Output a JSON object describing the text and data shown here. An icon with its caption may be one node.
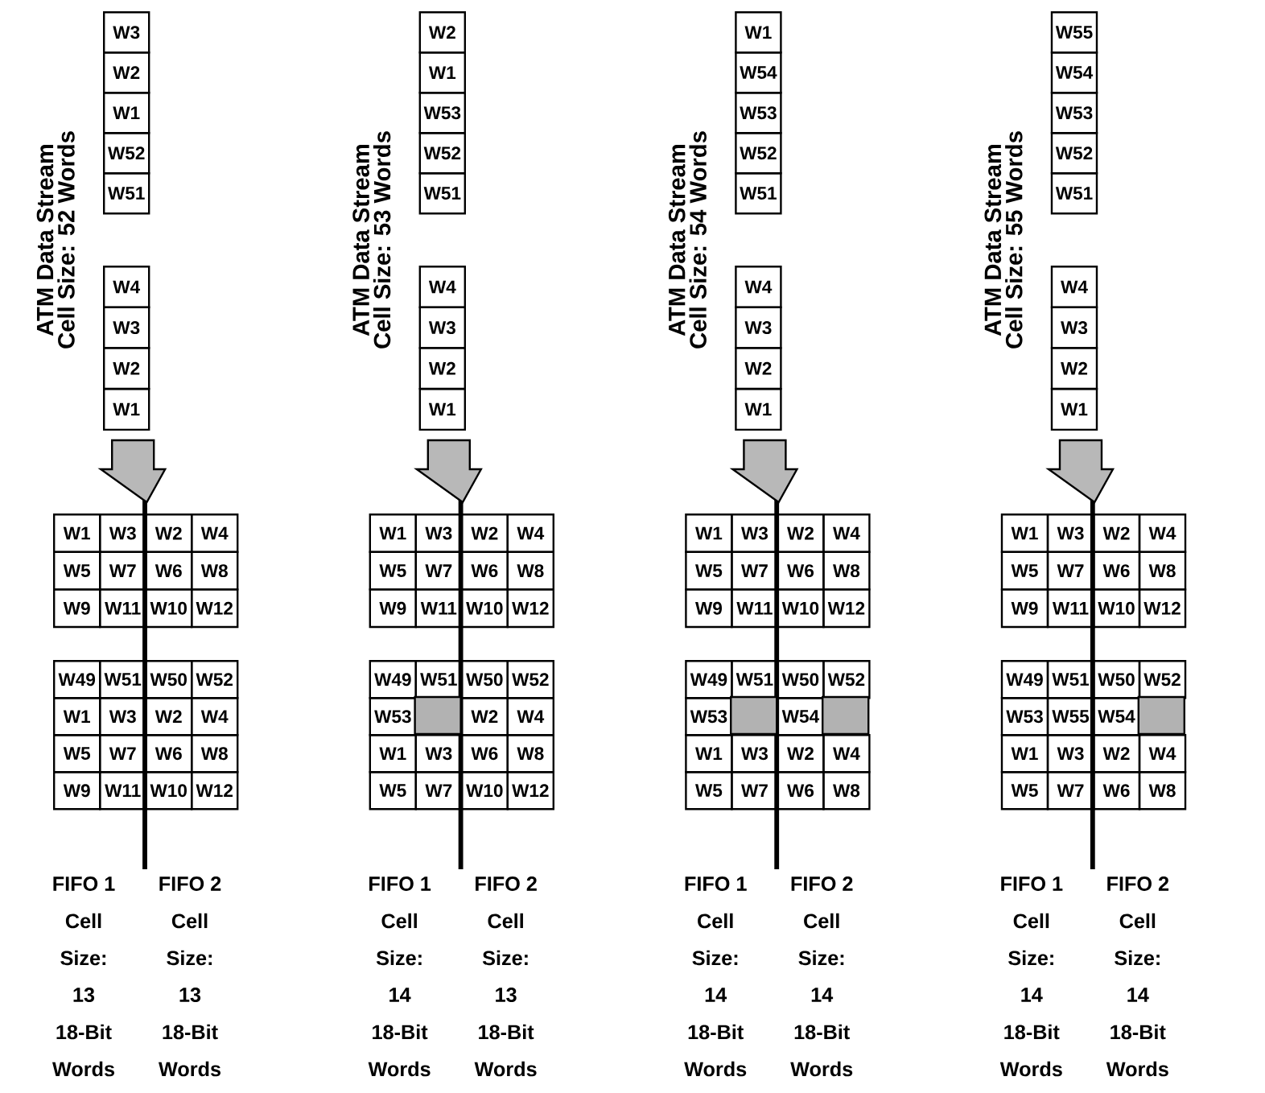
{
  "diagram": {
    "nodes": [
      {
        "text": [
          "W3"
        ]
      },
      {
        "text": [
          "W2"
        ]
      },
      {
        "text": [
          "W1"
        ]
      },
      {
        "text": [
          "W52"
        ]
      },
      {
        "text": [
          "W51"
        ]
      },
      {
        "text": [
          "W4"
        ]
      },
      {
        "text": [
          "W3"
        ]
      },
      {
        "text": [
          "W2"
        ]
      },
      {
        "text": [
          "W1"
        ]
      },
      {
        "text": [
          "W1"
        ]
      },
      {
        "text": [
          "W3"
        ]
      },
      {
        "text": [
          "W2"
        ]
      },
      {
        "text": [
          "W4"
        ]
      },
      {
        "text": [
          "W5"
        ]
      },
      {
        "text": [
          "W7"
        ]
      },
      {
        "text": [
          "W6"
        ]
      },
      {
        "text": [
          "W8"
        ]
      },
      {
        "text": [
          "W9"
        ]
      },
      {
        "text": [
          "W11"
        ]
      },
      {
        "text": [
          "W10"
        ]
      },
      {
        "text": [
          "W12"
        ]
      },
      {
        "text": [
          "W49"
        ]
      },
      {
        "text": [
          "W51"
        ]
      },
      {
        "text": [
          "W50"
        ]
      },
      {
        "text": [
          "W52"
        ]
      },
      {
        "text": [
          "W1"
        ]
      },
      {
        "text": [
          "W3"
        ]
      },
      {
        "text": [
          "W2"
        ]
      },
      {
        "text": [
          "W4"
        ]
      },
      {
        "text": [
          "W5"
        ]
      },
      {
        "text": [
          "W7"
        ]
      },
      {
        "text": [
          "W6"
        ]
      },
      {
        "text": [
          "W8"
        ]
      },
      {
        "text": [
          "W9"
        ]
      },
      {
        "text": [
          "W11"
        ]
      },
      {
        "text": [
          "W10"
        ]
      },
      {
        "text": [
          "W12"
        ]
      },
      {
        "text": [
          "W2"
        ]
      },
      {
        "text": [
          "W1"
        ]
      },
      {
        "text": [
          "W53"
        ]
      },
      {
        "text": [
          "W52"
        ]
      },
      {
        "text": [
          "W51"
        ]
      },
      {
        "text": [
          "W4"
        ]
      },
      {
        "text": [
          "W3"
        ]
      },
      {
        "text": [
          "W2"
        ]
      },
      {
        "text": [
          "W1"
        ]
      },
      {
        "text": [
          "W1"
        ]
      },
      {
        "text": [
          "W3"
        ]
      },
      {
        "text": [
          "W2"
        ]
      },
      {
        "text": [
          "W4"
        ]
      },
      {
        "text": [
          "W5"
        ]
      },
      {
        "text": [
          "W7"
        ]
      },
      {
        "text": [
          "W6"
        ]
      },
      {
        "text": [
          "W8"
        ]
      },
      {
        "text": [
          "W9"
        ]
      },
      {
        "text": [
          "W11"
        ]
      },
      {
        "text": [
          "W10"
        ]
      },
      {
        "text": [
          "W12"
        ]
      },
      {
        "text": [
          "W49"
        ]
      },
      {
        "text": [
          "W51"
        ]
      },
      {
        "text": [
          "W50"
        ]
      },
      {
        "text": [
          "W52"
        ]
      },
      {
        "text": [
          "W53"
        ]
      },
      {
        "text": [],
        "shape": "box"
      },
      {
        "text": [
          "W2"
        ]
      },
      {
        "text": [
          "W4"
        ]
      },
      {
        "text": [
          "W1"
        ]
      },
      {
        "text": [
          "W3"
        ]
      },
      {
        "text": [
          "W6"
        ]
      },
      {
        "text": [
          "W8"
        ]
      },
      {
        "text": [
          "W5"
        ]
      },
      {
        "text": [
          "W7"
        ]
      },
      {
        "text": [
          "W10"
        ]
      },
      {
        "text": [
          "W12"
        ]
      },
      {
        "text": [
          "W1"
        ]
      },
      {
        "text": [
          "W54"
        ]
      },
      {
        "text": [
          "W53"
        ]
      },
      {
        "text": [
          "W52"
        ]
      },
      {
        "text": [
          "W51"
        ]
      },
      {
        "text": [
          "W4"
        ]
      },
      {
        "text": [
          "W3"
        ]
      },
      {
        "text": [
          "W2"
        ]
      },
      {
        "text": [
          "W1"
        ]
      },
      {
        "text": [
          "W1"
        ]
      },
      {
        "text": [
          "W3"
        ]
      },
      {
        "text": [
          "W2"
        ]
      },
      {
        "text": [
          "W4"
        ]
      },
      {
        "text": [
          "W5"
        ]
      },
      {
        "text": [
          "W7"
        ]
      },
      {
        "text": [
          "W6"
        ]
      },
      {
        "text": [
          "W8"
        ]
      },
      {
        "text": [
          "W9"
        ]
      },
      {
        "text": [
          "W11"
        ]
      },
      {
        "text": [
          "W10"
        ]
      },
      {
        "text": [
          "W12"
        ]
      },
      {
        "text": [
          "W49"
        ]
      },
      {
        "text": [
          "W51"
        ]
      },
      {
        "text": [
          "W50"
        ]
      },
      {
        "text": [
          "W52"
        ]
      },
      {
        "text": [
          "W53"
        ]
      },
      {
        "text": [],
        "shape": "box"
      },
      {
        "text": [
          "W54"
        ]
      },
      {
        "text": [],
        "shape": "box"
      },
      {
        "text": [
          "W1"
        ]
      },
      {
        "text": [
          "W3"
        ]
      },
      {
        "text": [
          "W2"
        ]
      },
      {
        "text": [
          "W4"
        ]
      },
      {
        "text": [
          "W5"
        ]
      },
      {
        "text": [
          "W7"
        ]
      },
      {
        "text": [
          "W6"
        ]
      },
      {
        "text": [
          "W8"
        ]
      },
      {
        "text": [
          "W55"
        ]
      },
      {
        "text": [
          "W54"
        ]
      },
      {
        "text": [
          "W53"
        ]
      },
      {
        "text": [
          "W52"
        ]
      },
      {
        "text": [
          "W51"
        ]
      },
      {
        "text": [
          "W4"
        ]
      },
      {
        "text": [
          "W3"
        ]
      },
      {
        "text": [
          "W2"
        ]
      },
      {
        "text": [
          "W1"
        ]
      },
      {
        "text": [
          "W1"
        ]
      },
      {
        "text": [
          "W3"
        ]
      },
      {
        "text": [
          "W2"
        ]
      },
      {
        "text": [
          "W4"
        ]
      },
      {
        "text": [
          "W5"
        ]
      },
      {
        "text": [
          "W7"
        ]
      },
      {
        "text": [
          "W6"
        ]
      },
      {
        "text": [
          "W8"
        ]
      },
      {
        "text": [
          "W9"
        ]
      },
      {
        "text": [
          "W11"
        ]
      },
      {
        "text": [
          "W10"
        ]
      },
      {
        "text": [
          "W12"
        ]
      },
      {
        "text": [
          "W49"
        ]
      },
      {
        "text": [
          "W51"
        ]
      },
      {
        "text": [
          "W50"
        ]
      },
      {
        "text": [
          "W52"
        ]
      },
      {
        "text": [
          "W53"
        ]
      },
      {
        "text": [
          "W55"
        ]
      },
      {
        "text": [
          "W54"
        ]
      },
      {
        "text": [],
        "shape": "box"
      },
      {
        "text": [
          "W1"
        ]
      },
      {
        "text": [
          "W3"
        ]
      },
      {
        "text": [
          "W2"
        ]
      },
      {
        "text": [
          "W4"
        ]
      },
      {
        "text": [
          "W5"
        ]
      },
      {
        "text": [
          "W7"
        ]
      },
      {
        "text": [
          "W6"
        ]
      },
      {
        "text": [
          "W8"
        ]
      }
    ],
    "edges": [
      {
        "from": 8,
        "to": 10,
        "arrow": "to"
      },
      {
        "from": 45,
        "to": 47,
        "arrow": "to"
      },
      {
        "from": 82,
        "to": 84,
        "arrow": "to"
      },
      {
        "from": 119,
        "to": 121,
        "arrow": "to"
      }
    ],
    "labels": [
      "ATM Data Stream",
      "Cell Size: 52 Words",
      "FIFO 1",
      "Cell",
      "Size:",
      "13",
      "18-Bit",
      "Words",
      "FIFO 2",
      "Cell",
      "Size:",
      "13",
      "18-Bit",
      "Words",
      "ATM Data Stream",
      "Cell Size: 53 Words",
      "FIFO 1",
      "Cell",
      "Size:",
      "14",
      "18-Bit",
      "Words",
      "FIFO 2",
      "Cell",
      "Size:",
      "13",
      "18-Bit",
      "Words",
      "ATM Data Stream",
      "Cell Size: 54 Words",
      "FIFO 1",
      "Cell",
      "Size:",
      "14",
      "18-Bit",
      "Words",
      "FIFO 2",
      "Cell",
      "Size:",
      "14",
      "18-Bit",
      "Words",
      "ATM Data Stream",
      "Cell Size: 55 Words",
      "FIFO 1",
      "Cell",
      "Size:",
      "14",
      "18-Bit",
      "Words",
      "FIFO 2",
      "Cell",
      "Size:",
      "14",
      "18-Bit",
      "Words"
    ]
  }
}
